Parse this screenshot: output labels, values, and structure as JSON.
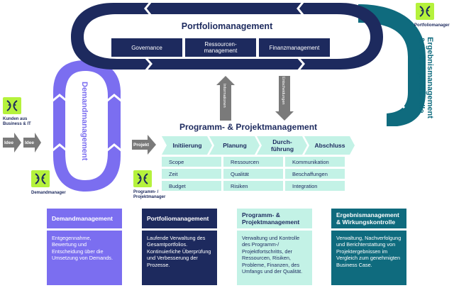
{
  "colors": {
    "navy": "#1d2a5e",
    "purple": "#7b6ef0",
    "teal": "#0f6b7e",
    "mint": "#c3f2e6",
    "lime": "#b5f23c",
    "gray_arrow": "#7a7a7a"
  },
  "portfolio": {
    "title": "Portfoliomanagement",
    "boxes": [
      "Governance",
      "Ressourcen-\nmanagement",
      "Finanzmanagement"
    ]
  },
  "demand": {
    "loop_label": "Demandmanagement"
  },
  "results": {
    "loop_label_line1": "Ergebnismanagement",
    "loop_label_line2": "& Wirkungskontrolle"
  },
  "roles": {
    "customers": "Kunden aus\nBusiness & IT",
    "demand_manager": "Demandmanager",
    "program_manager": "Programm- /\nProjektmanager",
    "portfolio_manager": "Portfoliomanager"
  },
  "flow": {
    "idea1": "Idee",
    "idea2": "Idee",
    "project": "Projekt",
    "info": "Informationen",
    "decisions": "Entscheidungen"
  },
  "ppm": {
    "title": "Programm- & Projektmanagement",
    "phases": [
      "Initiierung",
      "Planung",
      "Durch-\nführung",
      "Abschluss"
    ],
    "areas": [
      [
        "Scope",
        "Ressourcen",
        "Kommunikation"
      ],
      [
        "Zeit",
        "Qualität",
        "Beschaffungen"
      ],
      [
        "Budget",
        "Risiken",
        "Integration"
      ]
    ]
  },
  "cards": [
    {
      "title": "Demandmanagement",
      "body": "Entgegennahme, Bewertung und Entscheidung über die Umsetzung von Demands."
    },
    {
      "title": "Portfoliomanagement",
      "body": "Laufende Verwaltung des Gesamtportfolios. Kontinuierliche Überprüfung und Verbesserung der Prozesse."
    },
    {
      "title": "Programm- & Projektmanagement",
      "body": "Verwaltung und Kontrolle des Programm-/ Projektfortschritts, der Ressourcen, Risiken, Probleme, Finanzen, des Umfangs und der Qualität."
    },
    {
      "title": "Ergebnismanagement & Wirkungskontrolle",
      "body": "Verwaltung, Nachverfolgung und Berichterstattung von Projektergebnissen im Vergleich zum genehmigten Business Case."
    }
  ]
}
